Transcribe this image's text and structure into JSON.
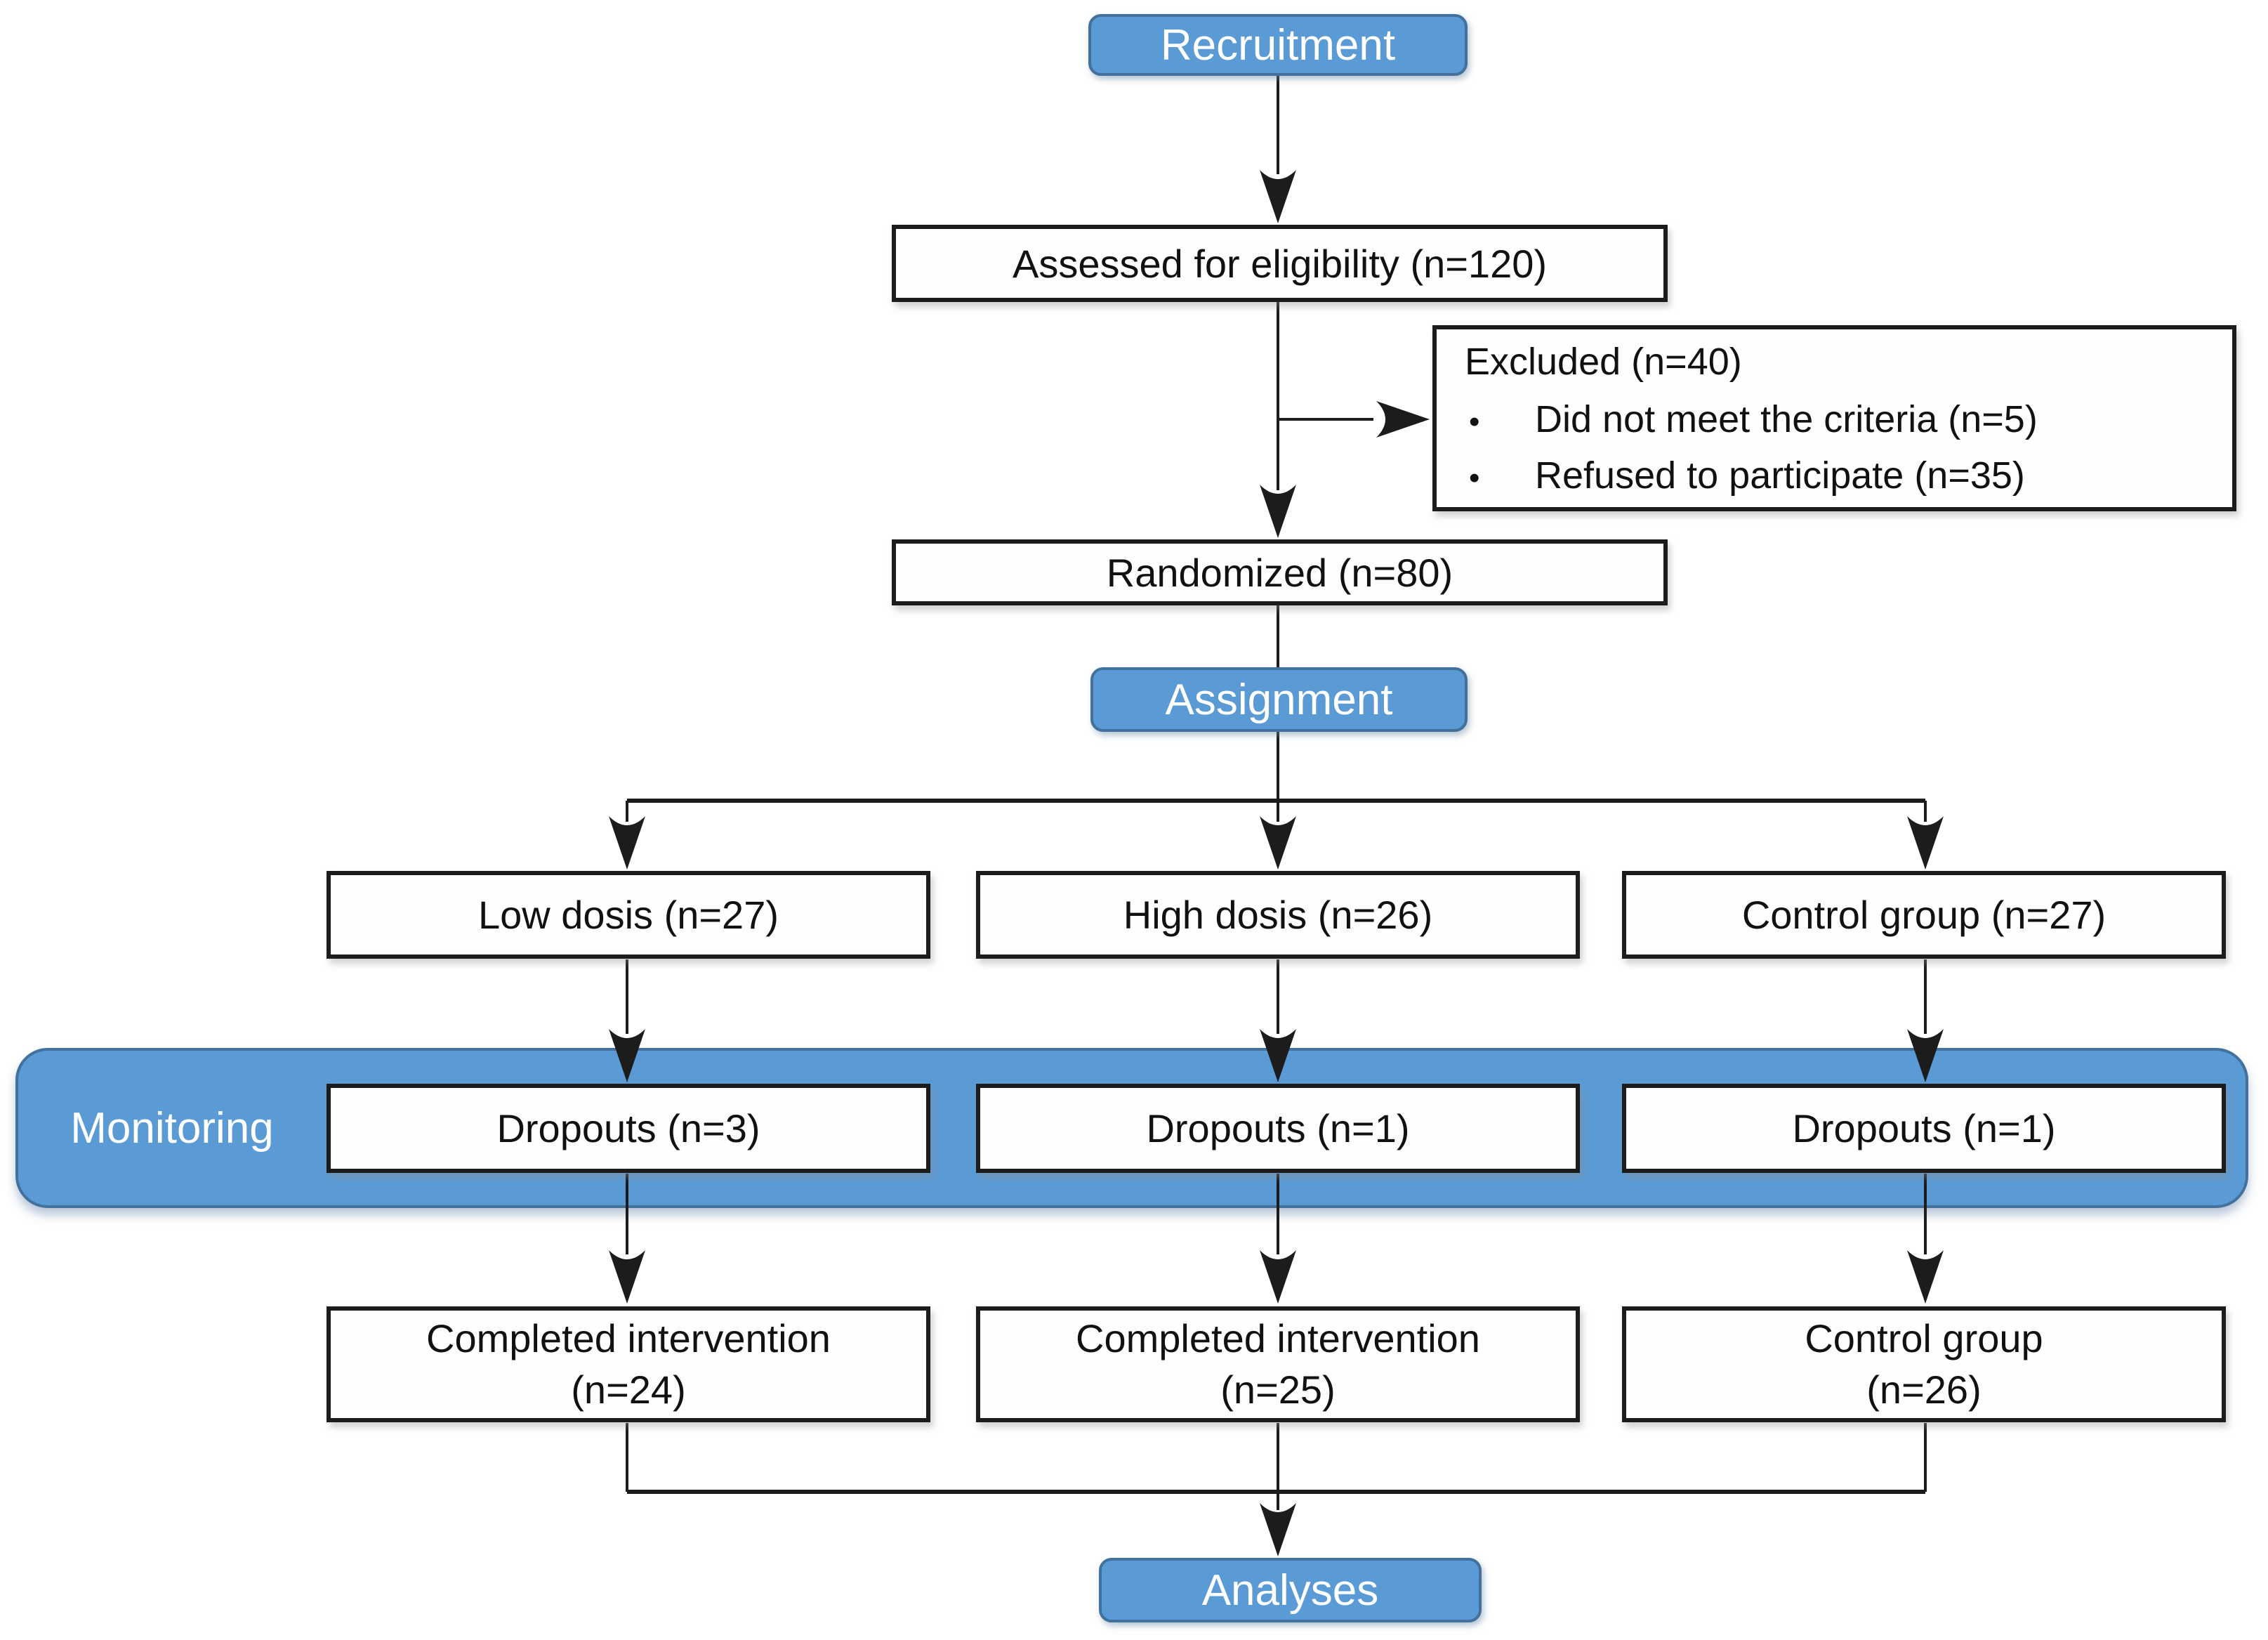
{
  "flowchart": {
    "phase_labels": {
      "recruitment": "Recruitment",
      "assignment": "Assignment",
      "monitoring": "Monitoring",
      "analyses": "Analyses"
    },
    "enrollment": {
      "assessed": "Assessed for eligibility (n=120)",
      "excluded": {
        "title": "Excluded (n=40)",
        "items": [
          "Did not meet the criteria (n=5)",
          "Refused to participate (n=35)"
        ]
      },
      "randomized": "Randomized (n=80)"
    },
    "groups": {
      "low": {
        "assigned": "Low dosis (n=27)",
        "dropouts": "Dropouts (n=3)",
        "outcome_line1": "Completed intervention",
        "outcome_line2": "(n=24)"
      },
      "high": {
        "assigned": "High dosis (n=26)",
        "dropouts": "Dropouts (n=1)",
        "outcome_line1": "Completed intervention",
        "outcome_line2": "(n=25)"
      },
      "control": {
        "assigned": "Control group (n=27)",
        "dropouts": "Dropouts (n=1)",
        "outcome_line1": "Control group",
        "outcome_line2": "(n=26)"
      }
    },
    "colors": {
      "phase_fill": "#5b9bd5",
      "phase_border": "#41719c",
      "phase_text": "#ffffff",
      "box_fill": "#fefefe",
      "box_border": "#1c1c1c",
      "box_text": "#111111",
      "connector": "#1c1c1c"
    }
  }
}
